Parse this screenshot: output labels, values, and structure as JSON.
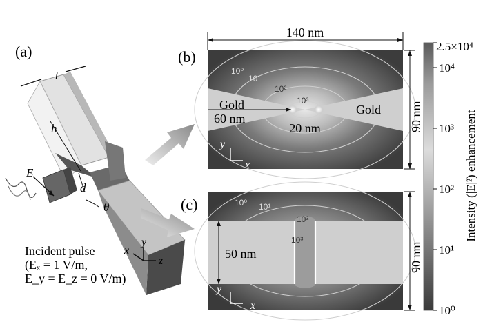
{
  "panel_labels": {
    "a": "(a)",
    "b": "(b)",
    "c": "(c)"
  },
  "panel_a": {
    "dim_t": "t",
    "dim_h": "h",
    "dim_d": "d",
    "dim_theta": "θ",
    "field_label": "E",
    "axes": {
      "x": "x",
      "y": "y",
      "z": "z"
    },
    "caption_line1": "Incident pulse",
    "caption_line2": "(Eₓ = 1 V/m,",
    "caption_line3": "E_y = E_z = 0 V/m)"
  },
  "panel_b": {
    "width_label": "140 nm",
    "height_label": "90 nm",
    "gold_left": "Gold",
    "gold_right": "Gold",
    "tip_distance": "60 nm",
    "gap_label": "20 nm",
    "contours": [
      "10⁰",
      "10¹",
      "10²",
      "10³"
    ],
    "axes": {
      "x": "x",
      "y": "y"
    }
  },
  "panel_c": {
    "height_label": "90 nm",
    "block_height": "50 nm",
    "contours": [
      "10⁰",
      "10¹",
      "10²",
      "10³"
    ],
    "axes": {
      "x": "x",
      "y": "y"
    }
  },
  "colorbar": {
    "max_label": "2.5×10⁴",
    "ticks": [
      "10⁴",
      "10³",
      "10²",
      "10¹",
      "10⁰"
    ],
    "axis_title": "Intensity (|E|²) enhancement",
    "scale": "log",
    "range": [
      1,
      25000
    ],
    "colors": {
      "low": "#3a3a3a",
      "high": "#d8d8d8"
    }
  }
}
